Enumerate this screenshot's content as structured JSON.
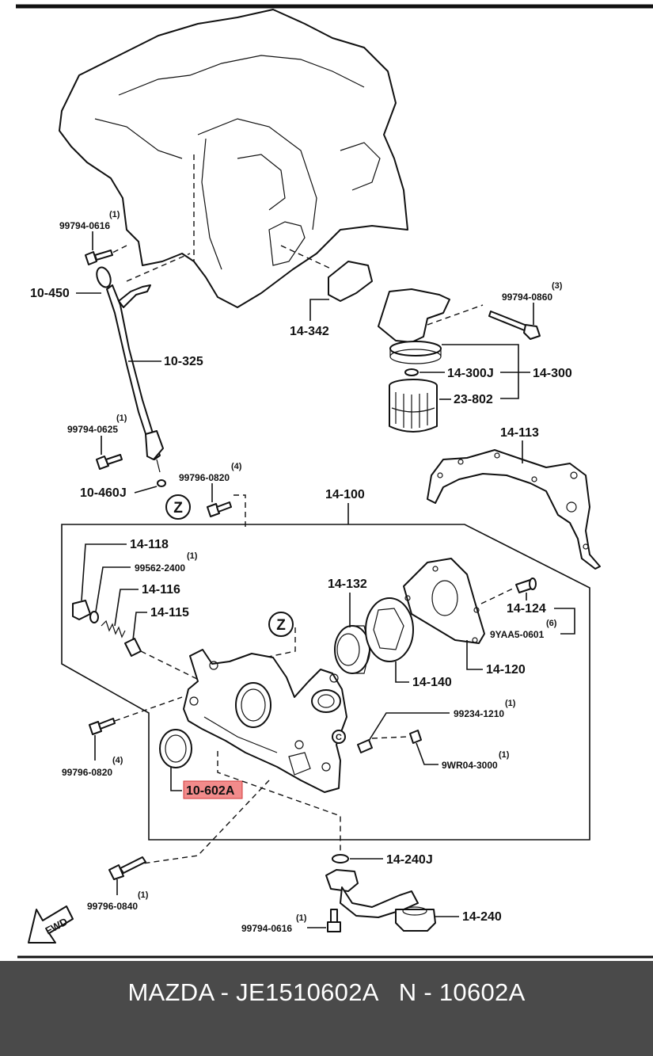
{
  "parts": {
    "p_99794_0616_top": "99794-0616",
    "q_99794_0616_top": "(1)",
    "p_10_450": "10-450",
    "p_10_325": "10-325",
    "p_99794_0625": "99794-0625",
    "q_99794_0625": "(1)",
    "p_10_460J": "10-460J",
    "p_99796_0820_top": "99796-0820",
    "q_99796_0820_top": "(4)",
    "p_14_342": "14-342",
    "p_99794_0860": "99794-0860",
    "q_99794_0860": "(3)",
    "p_14_300J": "14-300J",
    "p_14_300": "14-300",
    "p_23_802": "23-802",
    "p_14_113": "14-113",
    "p_14_100": "14-100",
    "p_14_118": "14-118",
    "p_99562_2400": "99562-2400",
    "q_99562_2400": "(1)",
    "p_14_116": "14-116",
    "p_14_115": "14-115",
    "p_14_132": "14-132",
    "p_14_124": "14-124",
    "p_9YAA5_0601": "9YAA5-0601",
    "q_9YAA5_0601": "(6)",
    "p_14_120": "14-120",
    "p_14_140": "14-140",
    "p_99234_1210": "99234-1210",
    "q_99234_1210": "(1)",
    "p_9WR04_3000": "9WR04-3000",
    "q_9WR04_3000": "(1)",
    "p_99796_0820_left": "99796-0820",
    "q_99796_0820_left": "(4)",
    "p_10_602A": "10-602A",
    "p_14_240J": "14-240J",
    "p_14_240": "14-240",
    "p_99796_0840": "99796-0840",
    "q_99796_0840": "(1)",
    "p_99794_0616_bottom": "99794-0616",
    "q_99794_0616_bottom": "(1)"
  },
  "markers": {
    "z1": "Z",
    "z2": "Z",
    "c": "C",
    "fwd": "FWD"
  },
  "highlight_color": "#f28b8b",
  "footer": {
    "title": "MAZDA - JE1510602A   N - 10602A"
  }
}
